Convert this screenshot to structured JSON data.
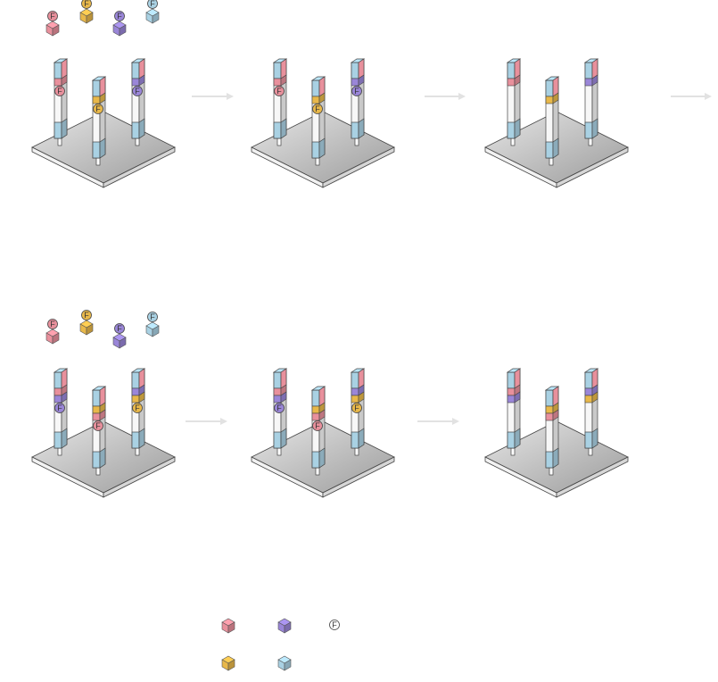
{
  "colors": {
    "pink": "#e8909c",
    "gold": "#e8b84a",
    "purple": "#9a86d8",
    "blue": "#a9d1e3",
    "platform_light": "#e4e4e4",
    "platform_dark": "#9a9a9a",
    "column_white": "#f7f7f7",
    "column_grey": "#c9c9c9",
    "arrow": "#e2e2e2"
  },
  "marker_text": "F",
  "rows": [
    {
      "loose_blocks": [
        "pink",
        "gold",
        "purple",
        "blue"
      ],
      "stages": [
        {
          "left": [
            "pink"
          ],
          "center": [
            "gold"
          ],
          "right": [
            "purple"
          ],
          "tag": "marked"
        },
        {
          "left": [
            "pink"
          ],
          "center": [
            "gold"
          ],
          "right": [
            "purple"
          ],
          "tag": "marked"
        },
        {
          "left": [
            "pink"
          ],
          "center": [
            "gold"
          ],
          "right": [
            "purple"
          ],
          "tag": "none"
        }
      ]
    },
    {
      "loose_blocks": [
        "pink",
        "gold",
        "purple",
        "blue"
      ],
      "stages": [
        {
          "left": [
            "pink",
            "purple"
          ],
          "center": [
            "gold",
            "pink"
          ],
          "right": [
            "purple",
            "gold"
          ],
          "tag": "marked"
        },
        {
          "left": [
            "pink",
            "purple"
          ],
          "center": [
            "gold",
            "pink"
          ],
          "right": [
            "purple",
            "gold"
          ],
          "tag": "marked"
        },
        {
          "left": [
            "pink",
            "purple"
          ],
          "center": [
            "gold",
            "pink"
          ],
          "right": [
            "purple",
            "gold"
          ],
          "tag": "none"
        }
      ]
    }
  ],
  "legend": {
    "blocks": [
      "pink",
      "purple",
      "gold",
      "blue"
    ],
    "marker": "F"
  }
}
